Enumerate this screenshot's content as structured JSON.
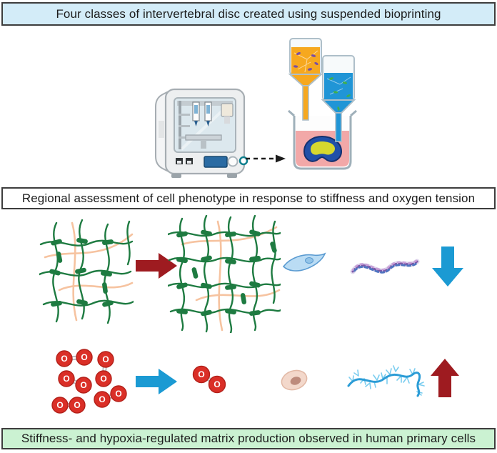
{
  "banners": {
    "top": "Four classes of intervertebral disc created using suspended bioprinting",
    "middle": "Regional assessment of cell phenotype in response to stiffness and oxygen tension",
    "bottom": "Stiffness- and hypoxia-regulated matrix production observed in human primary cells"
  },
  "atom_label": "O",
  "colors": {
    "top_banner_bg": "#d3ecf8",
    "middle_banner_bg": "#ffffff",
    "bottom_banner_bg": "#cbf2d2",
    "banner_border": "#3d3d3d",
    "increase_arrow_red": "#9e1b20",
    "decrease_arrow_blue": "#1b9ad3",
    "network_green": "#1e7b41",
    "fibril_peach": "#f6c3a0",
    "oxygen_red": "#da2f27",
    "bioink_orange": "#f6a81f",
    "bioink_blue": "#2095d6",
    "dish_medium_pink": "#f2a8a8"
  },
  "icons": {
    "bioprinter": "3d-bioprinter",
    "dashed_arrow": "process-arrow",
    "syringes_beaker": "bioink-syringes-over-dish",
    "loose_network": "low-crosslink-hydrogel-network",
    "dense_network": "high-crosslink-hydrogel-network",
    "spindle_cell": "elongated-cell",
    "collagen_fibril": "collagen-fibril",
    "oxygen_cluster": "oxygen-molecules",
    "single_oxygen": "oxygen-molecule",
    "round_cell": "rounded-cell",
    "proteoglycan": "proteoglycan-chain",
    "down_arrow": "decrease",
    "up_arrow": "increase"
  }
}
